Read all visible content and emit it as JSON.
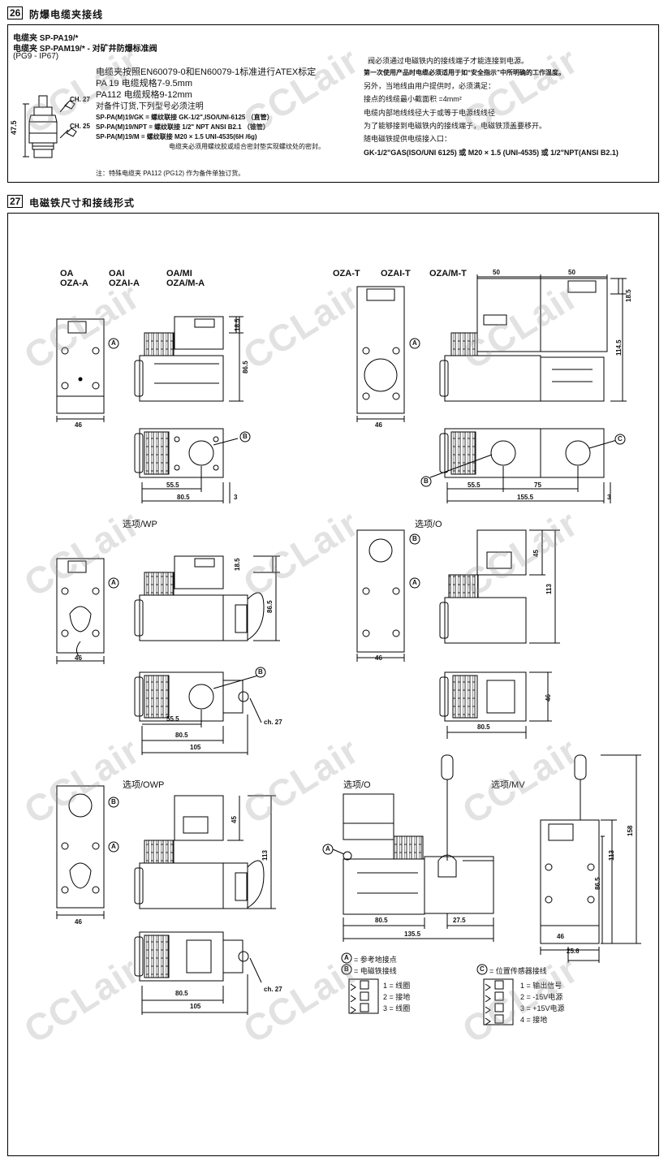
{
  "sec26": {
    "num": "26",
    "title": "防爆电缆夹接线",
    "head1": "电缆夹 SP-PA19/*",
    "head2": "电缆夹 SP-PAM19/* - 对矿井防爆标准阀",
    "head3": "(PG9 - IP67)",
    "desc1": "电缆夹按照EN60079-0和EN60079-1标准进行ATEX标定",
    "desc2": "PA 19   电缆规格7-9.5mm",
    "desc3": "PA112  电缆规格9-12mm",
    "desc4": "对备件订货,下列型号必须注明",
    "order1": "SP-PA(M)19/GK    = 螺纹联接  GK-1/2\",ISO/UNI-6125  （直管）",
    "order2": "SP-PA(M)19/NPT   = 螺纹联接  1/2\" NPT ANSI B2.1  （锥管）",
    "order3": "SP-PA(M)19/M      = 螺纹联接  M20 × 1.5 UNI-4535(6H /6g)",
    "order4": "电缆夹必须用螺纹胶或组合密封垫实现螺纹处的密封。",
    "note": "注：特殊电缆夹  PA112 (PG12)  作为备件单独订货。",
    "ch27": "CH. 27",
    "ch25": "CH. 25",
    "dim475": "47.5",
    "right1": "阀必须通过电磁铁内的接线端子才能连接到电源。",
    "right2": "第一次使用产品时电缆必须适用于如“安全指示”中所明确的工作温度。",
    "right3": "另外，当地线由用户提供时，必须满足：",
    "right4": "接点的线缆最小截面积  =4mm²",
    "right5": "电缆内部地线线径大于或等于电源线线径",
    "right6": "为了能够接到电磁铁内的接线端子，电磁铁顶盖要移开。",
    "right7": "随电磁铁提供电缆接入口：",
    "right8": "GK-1/2\"GAS(ISO/UNI 6125)  或 M20 × 1.5 (UNI-4535)  或  1/2\"NPT(ANSI B2.1)"
  },
  "sec27": {
    "num": "27",
    "title": "电磁铁尺寸和接线形式",
    "labels": {
      "oa": "OA",
      "oza_a": "OZA-A",
      "oai": "OAI",
      "ozai_a": "OZAI-A",
      "oami": "OA/MI",
      "ozam_a": "OZA/M-A",
      "oza_t": "OZA-T",
      "ozai_t": "OZAI-T",
      "ozam_t": "OZA/M-T",
      "opt_wp": "选项/WP",
      "opt_o": "选项/O",
      "opt_owp": "选项/OWP",
      "opt_o2": "选项/O",
      "opt_mv": "选项/MV"
    },
    "dims": {
      "d46": "46",
      "d185": "18.5",
      "d865": "86.5",
      "d555": "55.5",
      "d805": "80.5",
      "d3": "3",
      "d50": "50",
      "d1145": "114.5",
      "d75": "75",
      "d1555": "155.5",
      "d45": "45",
      "d113": "113",
      "d105": "105",
      "d1355": "135.5",
      "d275": "27.5",
      "d158": "158",
      "d256": "25.6",
      "ch27": "ch. 27"
    },
    "markers": {
      "a": "A",
      "b": "B",
      "c": "C"
    },
    "legend": {
      "a_text": "= 参考地接点",
      "b_text": "= 电磁铁接线",
      "c_text": "= 位置传感器接线",
      "b_items": [
        "1  = 线圈",
        "2  = 接地",
        "3  = 线圈"
      ],
      "c_items": [
        "1  = 输出信号",
        "2  = -15V电源",
        "3  = +15V电源",
        "4  = 接地"
      ]
    }
  },
  "watermark": "CCLair"
}
